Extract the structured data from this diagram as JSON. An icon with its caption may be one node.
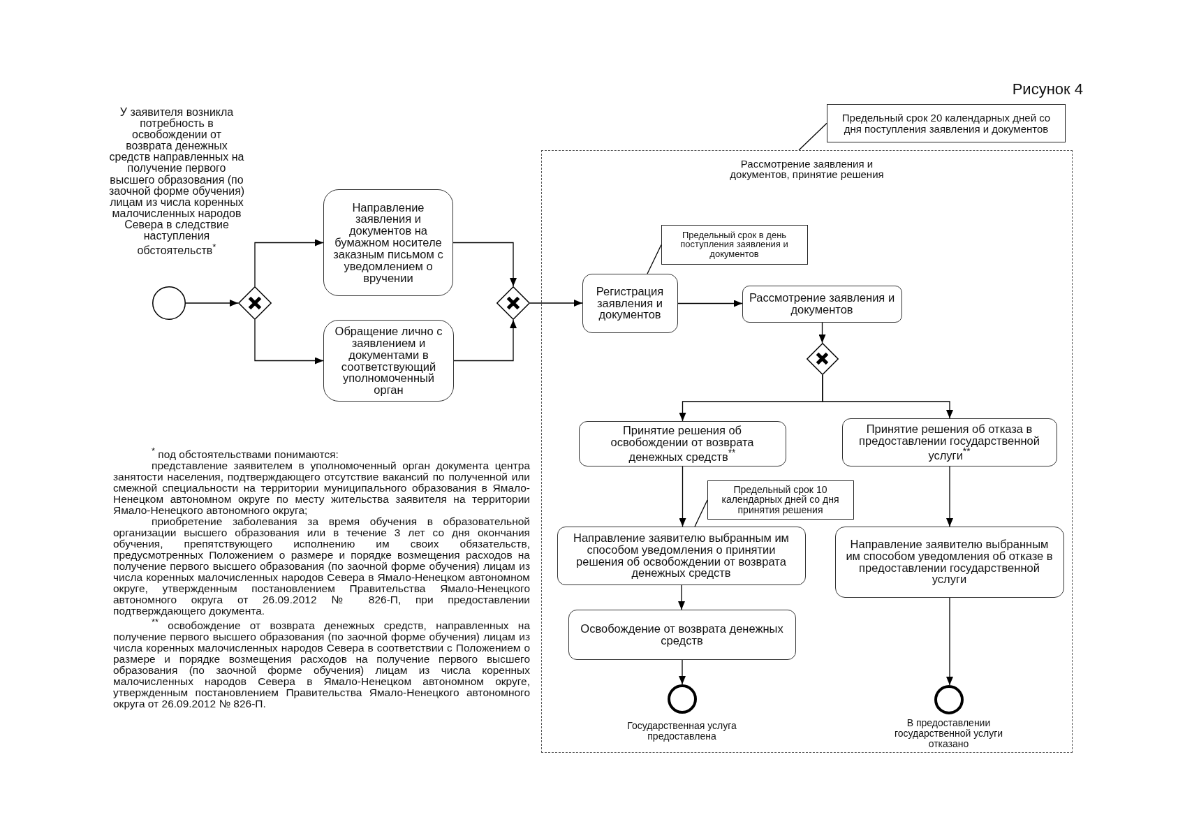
{
  "diagram": {
    "title": "Рисунок 4",
    "nodes": [
      {
        "text": [],
        "shape": "circle"
      },
      {
        "text": [],
        "shape": "diamond"
      },
      {
        "text": [
          "Направление заявления и документов на бумажном носителе заказным письмом с уведомлением о вручении"
        ]
      },
      {
        "text": [
          "Обращение лично с заявлением и документами в соответствующий уполномоченный орган"
        ]
      },
      {
        "text": [],
        "shape": "diamond"
      },
      {
        "text": [
          "Предельный срок 20 календарных дней со дня поступления заявления и документов"
        ]
      },
      {
        "text": [
          "Рассмотрение заявления и документов, принятие решения"
        ]
      },
      {
        "text": [
          "Предельный срок в день поступления заявления и документов"
        ],
        "in": 6
      },
      {
        "text": [
          "Регистрация заявления и документов"
        ],
        "in": 6
      },
      {
        "text": [
          "Рассмотрение заявления и документов"
        ],
        "in": 6
      },
      {
        "text": [],
        "shape": "diamond",
        "in": 6
      },
      {
        "text": [
          "Принятие решения об освобождении от возврата денежных средств$^{**}$"
        ],
        "in": 6
      },
      {
        "text": [
          "Принятие решения об отказа в предоставлении государственной услуги$^{**}$"
        ],
        "in": 6
      },
      {
        "text": [
          "Предельный срок 10 календарных дней со дня принятия решения"
        ],
        "in": 6
      },
      {
        "text": [
          "Направление заявителю выбранным им способом уведомления о принятии решения об освобождении от возврата денежных средств"
        ],
        "in": 6
      },
      {
        "text": [
          "Направление заявителю выбранным им способом уведомления об отказе в предоставлении государственной услуги"
        ],
        "in": 6
      },
      {
        "text": [
          "Освобождение от возврата денежных средств"
        ],
        "in": 6
      },
      {
        "text": [],
        "shape": "circle",
        "in": 6,
        "beside": [
          "Государственная услуга предоставлена"
        ]
      },
      {
        "text": [],
        "shape": "circle",
        "in": 6,
        "beside": [
          "В предоставлении государственной услуги отказано"
        ]
      }
    ],
    "edges": [
      {
        "from": 0,
        "to": 1,
        "arrow": "to"
      },
      {
        "from": 1,
        "to": 2,
        "arrow": "to"
      },
      {
        "from": 1,
        "to": 3,
        "arrow": "to"
      },
      {
        "from": 2,
        "to": 4,
        "arrow": "to"
      },
      {
        "from": 3,
        "to": 4,
        "arrow": "to"
      },
      {
        "from": 4,
        "to": 8,
        "arrow": "to"
      },
      {
        "from": 8,
        "to": 9,
        "arrow": "to"
      },
      {
        "from": 9,
        "to": 10,
        "arrow": "to"
      },
      {
        "from": 10,
        "to": 11,
        "arrow": "to"
      },
      {
        "from": 10,
        "to": 12,
        "arrow": "to"
      },
      {
        "from": 11,
        "to": 14,
        "arrow": "to"
      },
      {
        "from": 14,
        "to": 16,
        "arrow": "to"
      },
      {
        "from": 16,
        "to": 17,
        "arrow": "to"
      },
      {
        "from": 12,
        "to": 15,
        "arrow": "to"
      },
      {
        "from": 15,
        "to": 18,
        "arrow": "to"
      },
      {
        "from": 5,
        "to": 6,
        "arrow": "none"
      },
      {
        "from": 7,
        "to": 8,
        "arrow": "none"
      },
      {
        "from": 13,
        "to": 14,
        "arrow": "none"
      }
    ],
    "labels": [
      "У заявителя возникла потребность в освобождении от возврата денежных средств направленных на получение первого высшего образования (по заочной форме обучения) лицам из числа коренных малочисленных народов Севера в следствие наступления обстоятельств$^{*}$",
      "$^{*}$ под обстоятельствами понимаются:",
      "представление заявителем в уполномоченный орган документа центра занятости населения, подтверждающего отсутствие вакансий по полученной или смежной специальности на территории муниципального образования в Ямало-Ненецком автономном округе по месту жительства заявителя на территории Ямало-Ненецкого автономного округа;",
      "приобретение заболевания за время обучения в образовательной организации высшего образования или в течение 3 лет со дня окончания обучения, препятствующего исполнению им своих обязательств, предусмотренных Положением о размере и порядке возмещения расходов на получение первого высшего образования (по заочной форме обучения) лицам из числа коренных малочисленных народов Севера в Ямало-Ненецком автономном округе, утвержденным постановлением Правительства Ямало-Ненецкого автономного округа от 26.09.2012 № 826-П, при предоставлении подтверждающего документа.",
      "$^{**}$ освобождение от возврата денежных средств, направленных на получение первого высшего образования (по заочной форме обучения) лицам из числа коренных малочисленных народов Севера в соответствии с Положением о размере и порядке возмещения расходов на получение первого высшего образования (по заочной форме обучения) лицам из числа коренных малочисленных народов Севера в Ямало-Ненецком автономном округе, утвержденным постановлением Правительства Ямало-Ненецкого автономного округа от 26.09.2012 № 826-П."
    ]
  }
}
